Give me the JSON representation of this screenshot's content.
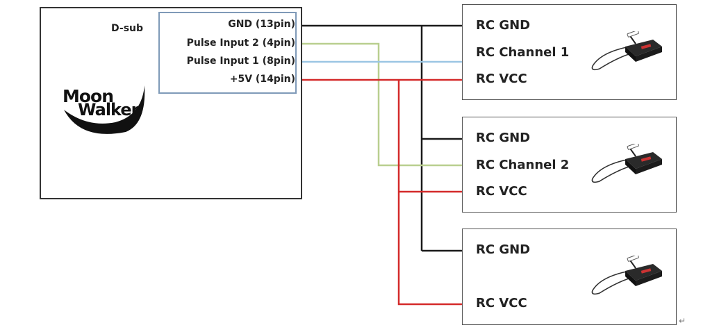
{
  "dsub": {
    "label": "D-sub",
    "pins": [
      {
        "label": "GND (13pin)",
        "color": "#1a1a1a"
      },
      {
        "label": "Pulse Input 2 (4pin)",
        "color": "#b9cf8f"
      },
      {
        "label": "Pulse Input 1 (8pin)",
        "color": "#9cc6e3"
      },
      {
        "label": "+5V (14pin)",
        "color": "#d42a2a"
      }
    ]
  },
  "logo": {
    "line1": "Moon",
    "line2": "Walker"
  },
  "receivers": [
    {
      "labels": [
        "RC GND",
        "RC Channel 1",
        "RC VCC"
      ]
    },
    {
      "labels": [
        "RC GND",
        "RC Channel 2",
        "RC VCC"
      ]
    },
    {
      "labels": [
        "RC GND",
        "RC VCC"
      ]
    }
  ],
  "icons": {
    "receiver": "rc-receiver-icon"
  }
}
